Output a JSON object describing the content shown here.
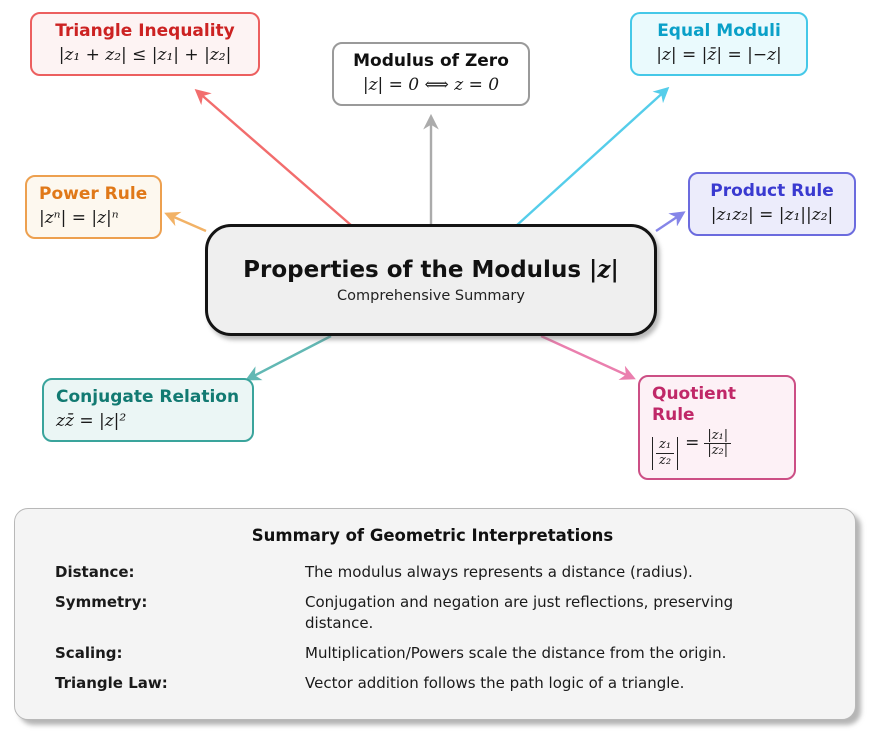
{
  "center": {
    "title": "Properties of the Modulus",
    "title_math": "|z|",
    "subtitle": "Comprehensive Summary"
  },
  "nodes": {
    "triangle_inequality": {
      "title": "Triangle Inequality",
      "formula": "|z₁ + z₂| ≤ |z₁| + |z₂|"
    },
    "modulus_of_zero": {
      "title": "Modulus of Zero",
      "formula": "|z| = 0 ⟺ z = 0"
    },
    "equal_moduli": {
      "title": "Equal Moduli",
      "formula": "|z| = |z̄| = |−z|"
    },
    "power_rule": {
      "title": "Power Rule",
      "formula": "|zⁿ| = |z|ⁿ"
    },
    "product_rule": {
      "title": "Product Rule",
      "formula": "|z₁z₂| = |z₁||z₂|"
    },
    "conjugate_relation": {
      "title": "Conjugate Relation",
      "formula": "zz̄ = |z|²"
    },
    "quotient_rule": {
      "title": "Quotient Rule",
      "lhs_num": "z₁",
      "lhs_den": "z₂",
      "equals": "=",
      "rhs_num": "|z₁|",
      "rhs_den": "|z₂|"
    }
  },
  "summary": {
    "title": "Summary of Geometric Interpretations",
    "rows": [
      {
        "label": "Distance:",
        "text": "The modulus always represents a distance (radius)."
      },
      {
        "label": "Symmetry:",
        "text": "Conjugation and negation are just reflections, preserving distance."
      },
      {
        "label": "Scaling:",
        "text": "Multiplication/Powers scale the distance from the origin."
      },
      {
        "label": "Triangle Law:",
        "text": "Vector addition follows the path logic of a triangle."
      }
    ]
  },
  "colors": {
    "triangle_border": "#ec5f5f",
    "triangle_bg": "#fdf3f3",
    "triangle_title": "#cc2222",
    "triangle_arrow": "#f26d6d",
    "zero_border": "#9a9a9a",
    "zero_bg": "#ffffff",
    "zero_title": "#111111",
    "zero_arrow": "#ababab",
    "equal_border": "#45c8e8",
    "equal_bg": "#eafafd",
    "equal_title": "#0aa0c8",
    "equal_arrow": "#55cdea",
    "power_border": "#eda04f",
    "power_bg": "#fdf8ef",
    "power_title": "#e07818",
    "power_arrow": "#f2b266",
    "product_border": "#6b6bde",
    "product_bg": "#ececfb",
    "product_title": "#3a3ad0",
    "product_arrow": "#8585e8",
    "conjugate_border": "#3aa49c",
    "conjugate_bg": "#ebf6f5",
    "conjugate_title": "#127a72",
    "conjugate_arrow": "#62b8b4",
    "quotient_border": "#cc4f85",
    "quotient_bg": "#fdf1f6",
    "quotient_title": "#c02868",
    "quotient_arrow": "#ea7fae",
    "center_border": "#141414",
    "center_bg": "#efefef",
    "summary_border": "#b8b8b8",
    "summary_bg": "#f4f4f4"
  }
}
